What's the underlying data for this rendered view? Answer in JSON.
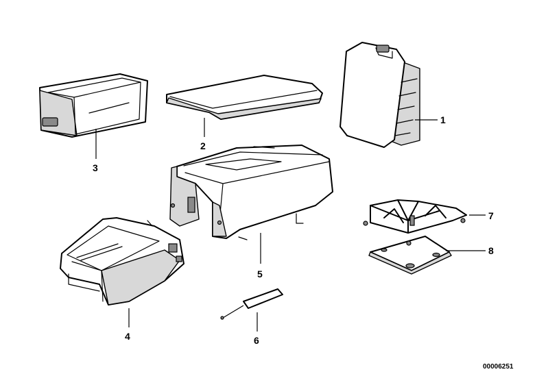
{
  "callouts": {
    "c1": "1",
    "c2": "2",
    "c3": "3",
    "c4": "4",
    "c5": "5",
    "c6": "6",
    "c7": "7",
    "c8": "8"
  },
  "reference_number": "00006251"
}
